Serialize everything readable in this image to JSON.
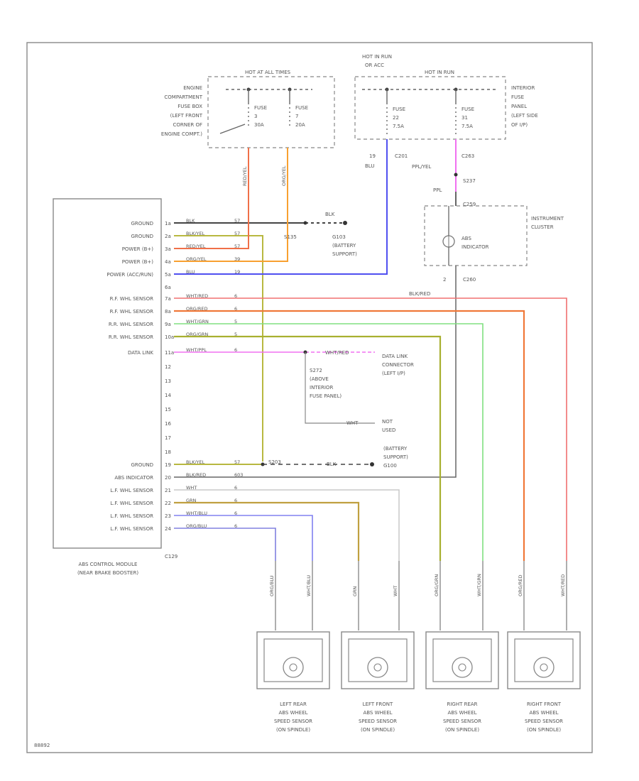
{
  "diagram_id": "88892",
  "module": {
    "name_line1": "ABS CONTROL MODULE",
    "name_line2": "(NEAR BRAKE BOOSTER)",
    "connector": "C129",
    "pins": [
      {
        "label": "GROUND",
        "pin": "1a",
        "wire": "BLK",
        "code": "57"
      },
      {
        "label": "GROUND",
        "pin": "2a",
        "wire": "BLK/YEL",
        "code": "57"
      },
      {
        "label": "POWER (B+)",
        "pin": "3a",
        "wire": "RED/YEL",
        "code": "57"
      },
      {
        "label": "POWER (B+)",
        "pin": "4a",
        "wire": "ORG/YEL",
        "code": "39"
      },
      {
        "label": "POWER (ACC/RUN)",
        "pin": "5a",
        "wire": "BLU",
        "code": "19"
      },
      {
        "label": "",
        "pin": "6a",
        "wire": "",
        "code": ""
      },
      {
        "label": "R.F. WHL SENSOR",
        "pin": "7a",
        "wire": "WHT/RED",
        "code": "6"
      },
      {
        "label": "R.F. WHL SENSOR",
        "pin": "8a",
        "wire": "ORG/RED",
        "code": "6"
      },
      {
        "label": "R.R. WHL SENSOR",
        "pin": "9a",
        "wire": "WHT/GRN",
        "code": "5"
      },
      {
        "label": "R.R. WHL SENSOR",
        "pin": "10a",
        "wire": "ORG/GRN",
        "code": "5"
      },
      {
        "label": "DATA LINK",
        "pin": "11a",
        "wire": "WHT/PPL",
        "code": "6"
      },
      {
        "label": "",
        "pin": "12",
        "wire": "",
        "code": ""
      },
      {
        "label": "",
        "pin": "13",
        "wire": "",
        "code": ""
      },
      {
        "label": "",
        "pin": "14",
        "wire": "",
        "code": ""
      },
      {
        "label": "",
        "pin": "15",
        "wire": "",
        "code": ""
      },
      {
        "label": "",
        "pin": "16",
        "wire": "",
        "code": ""
      },
      {
        "label": "",
        "pin": "17",
        "wire": "",
        "code": ""
      },
      {
        "label": "",
        "pin": "18",
        "wire": "",
        "code": ""
      },
      {
        "label": "GROUND",
        "pin": "19",
        "wire": "BLK/YEL",
        "code": "57"
      },
      {
        "label": "ABS INDICATOR",
        "pin": "20",
        "wire": "BLK/RED",
        "code": "603"
      },
      {
        "label": "L.F. WHL SENSOR",
        "pin": "21",
        "wire": "WHT",
        "code": "6"
      },
      {
        "label": "L.F. WHL SENSOR",
        "pin": "22",
        "wire": "GRN",
        "code": "6"
      },
      {
        "label": "L.F. WHL SENSOR",
        "pin": "23",
        "wire": "WHT/BLU",
        "code": "6"
      },
      {
        "label": "L.F. WHL SENSOR",
        "pin": "24",
        "wire": "ORG/BLU",
        "code": "6"
      }
    ]
  },
  "fuse_box_left": {
    "header": "HOT AT ALL TIMES",
    "label": [
      "ENGINE",
      "COMPARTMENT",
      "FUSE BOX",
      "(LEFT FRONT",
      "CORNER OF",
      "ENGINE COMPT.)"
    ],
    "fuse1": [
      "FUSE",
      "3",
      "30A"
    ],
    "fuse2": [
      "FUSE",
      "7",
      "20A"
    ]
  },
  "fuse_box_right": {
    "header_left": [
      "HOT IN RUN",
      "OR ACC"
    ],
    "header_right": "HOT IN RUN",
    "label": [
      "INTERIOR",
      "FUSE",
      "PANEL",
      "(LEFT SIDE",
      "OF I/P)"
    ],
    "fuse1": [
      "FUSE",
      "22",
      "7.5A"
    ],
    "fuse2": [
      "FUSE",
      "31",
      "7.5A"
    ],
    "conn_left": "C201",
    "conn_right": "C263",
    "wire_left": [
      "19",
      "BLU"
    ]
  },
  "cluster": {
    "label": [
      "INSTRUMENT",
      "CLUSTER"
    ],
    "indicator": [
      "ABS",
      "INDICATOR"
    ],
    "wire_top": "PPL/YEL",
    "splice": "S237",
    "wire_mid": "PPL",
    "conn_top": "C259",
    "conn_bottom": "C260",
    "pin_bottom": "2",
    "wire_bottom": "BLK/RED"
  },
  "ground_top": {
    "splice": "S135",
    "wire": "BLK",
    "label": [
      "G103",
      "(BATTERY",
      "SUPPORT)"
    ]
  },
  "data_link": {
    "splice": [
      "S272",
      "(ABOVE",
      "INTERIOR",
      "FUSE PANEL)"
    ],
    "wire": "WHT/RED",
    "connector": [
      "DATA LINK",
      "CONNECTOR",
      "(LEFT I/P)"
    ],
    "not_used_wire": "WHT",
    "not_used": [
      "NOT",
      "USED"
    ]
  },
  "ground_bottom": {
    "splice": "S203",
    "wire": "BLK",
    "label": [
      "(BATTERY",
      "SUPPORT)",
      "G100"
    ]
  },
  "sensors": [
    {
      "name": [
        "LEFT REAR",
        "ABS WHEEL",
        "SPEED SENSOR",
        "(ON SPINDLE)"
      ],
      "wire_a": "ORG/BLU",
      "wire_b": "WHT/BLU"
    },
    {
      "name": [
        "LEFT FRONT",
        "ABS WHEEL",
        "SPEED SENSOR",
        "(ON SPINDLE)"
      ],
      "wire_a": "GRN",
      "wire_b": "WHT"
    },
    {
      "name": [
        "RIGHT REAR",
        "ABS WHEEL",
        "SPEED SENSOR",
        "(ON SPINDLE)"
      ],
      "wire_a": "ORG/GRN",
      "wire_b": "WHT/GRN"
    },
    {
      "name": [
        "RIGHT FRONT",
        "ABS WHEEL",
        "SPEED SENSOR",
        "(ON SPINDLE)"
      ],
      "wire_a": "ORG/RED",
      "wire_b": "WHT/RED"
    }
  ],
  "colors": {
    "red_yel": "#f07048",
    "org_yel": "#f8a030",
    "blu": "#5050f0",
    "blk": "#444444",
    "blk_yel": "#b8b840",
    "wht_red": "#f07070",
    "org_red": "#f07838",
    "wht_grn": "#80e080",
    "org_grn": "#a8b030",
    "wht_ppl": "#f070f0",
    "wht": "#c8c8c8",
    "grn": "#c0a040",
    "wht_blu": "#8080f0",
    "org_blu": "#8080e0"
  }
}
